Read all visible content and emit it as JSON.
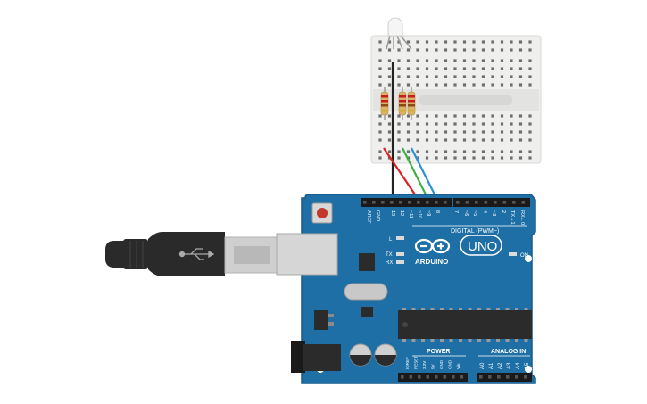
{
  "board": {
    "brand": "ARDUINO",
    "model": "UNO",
    "digital_header_title": "DIGITAL (PWM~)",
    "digital_pins": [
      "AREF",
      "GND",
      "13",
      "12",
      "~11",
      "~10",
      "~9",
      "8",
      "7",
      "~6",
      "~5",
      "4",
      "~3",
      "2",
      "TX→1",
      "RX←0"
    ],
    "power_header_title": "POWER",
    "power_pins": [
      "IOREF",
      "RESET",
      "3.3V",
      "5V",
      "GND",
      "GND",
      "Vin"
    ],
    "analog_header_title": "ANALOG IN",
    "analog_pins": [
      "A0",
      "A1",
      "A2",
      "A3",
      "A4",
      "A5"
    ],
    "led_labels": {
      "l": "L",
      "tx": "TX",
      "rx": "RX",
      "on": "ON"
    }
  },
  "colors": {
    "board": "#1e6fa6",
    "board_edge": "#17598a",
    "breadboard": "#f0f0ee",
    "wire_red": "#e02020",
    "wire_green": "#3cb040",
    "wire_blue": "#2a8fd8",
    "wire_black": "#222222",
    "usb_plug": "#2a2a2a"
  },
  "icons": {
    "usb": "usb-icon",
    "rgb_led": "rgb-led-icon",
    "resistor": "resistor-icon",
    "arduino_logo": "arduino-infinity-logo"
  }
}
